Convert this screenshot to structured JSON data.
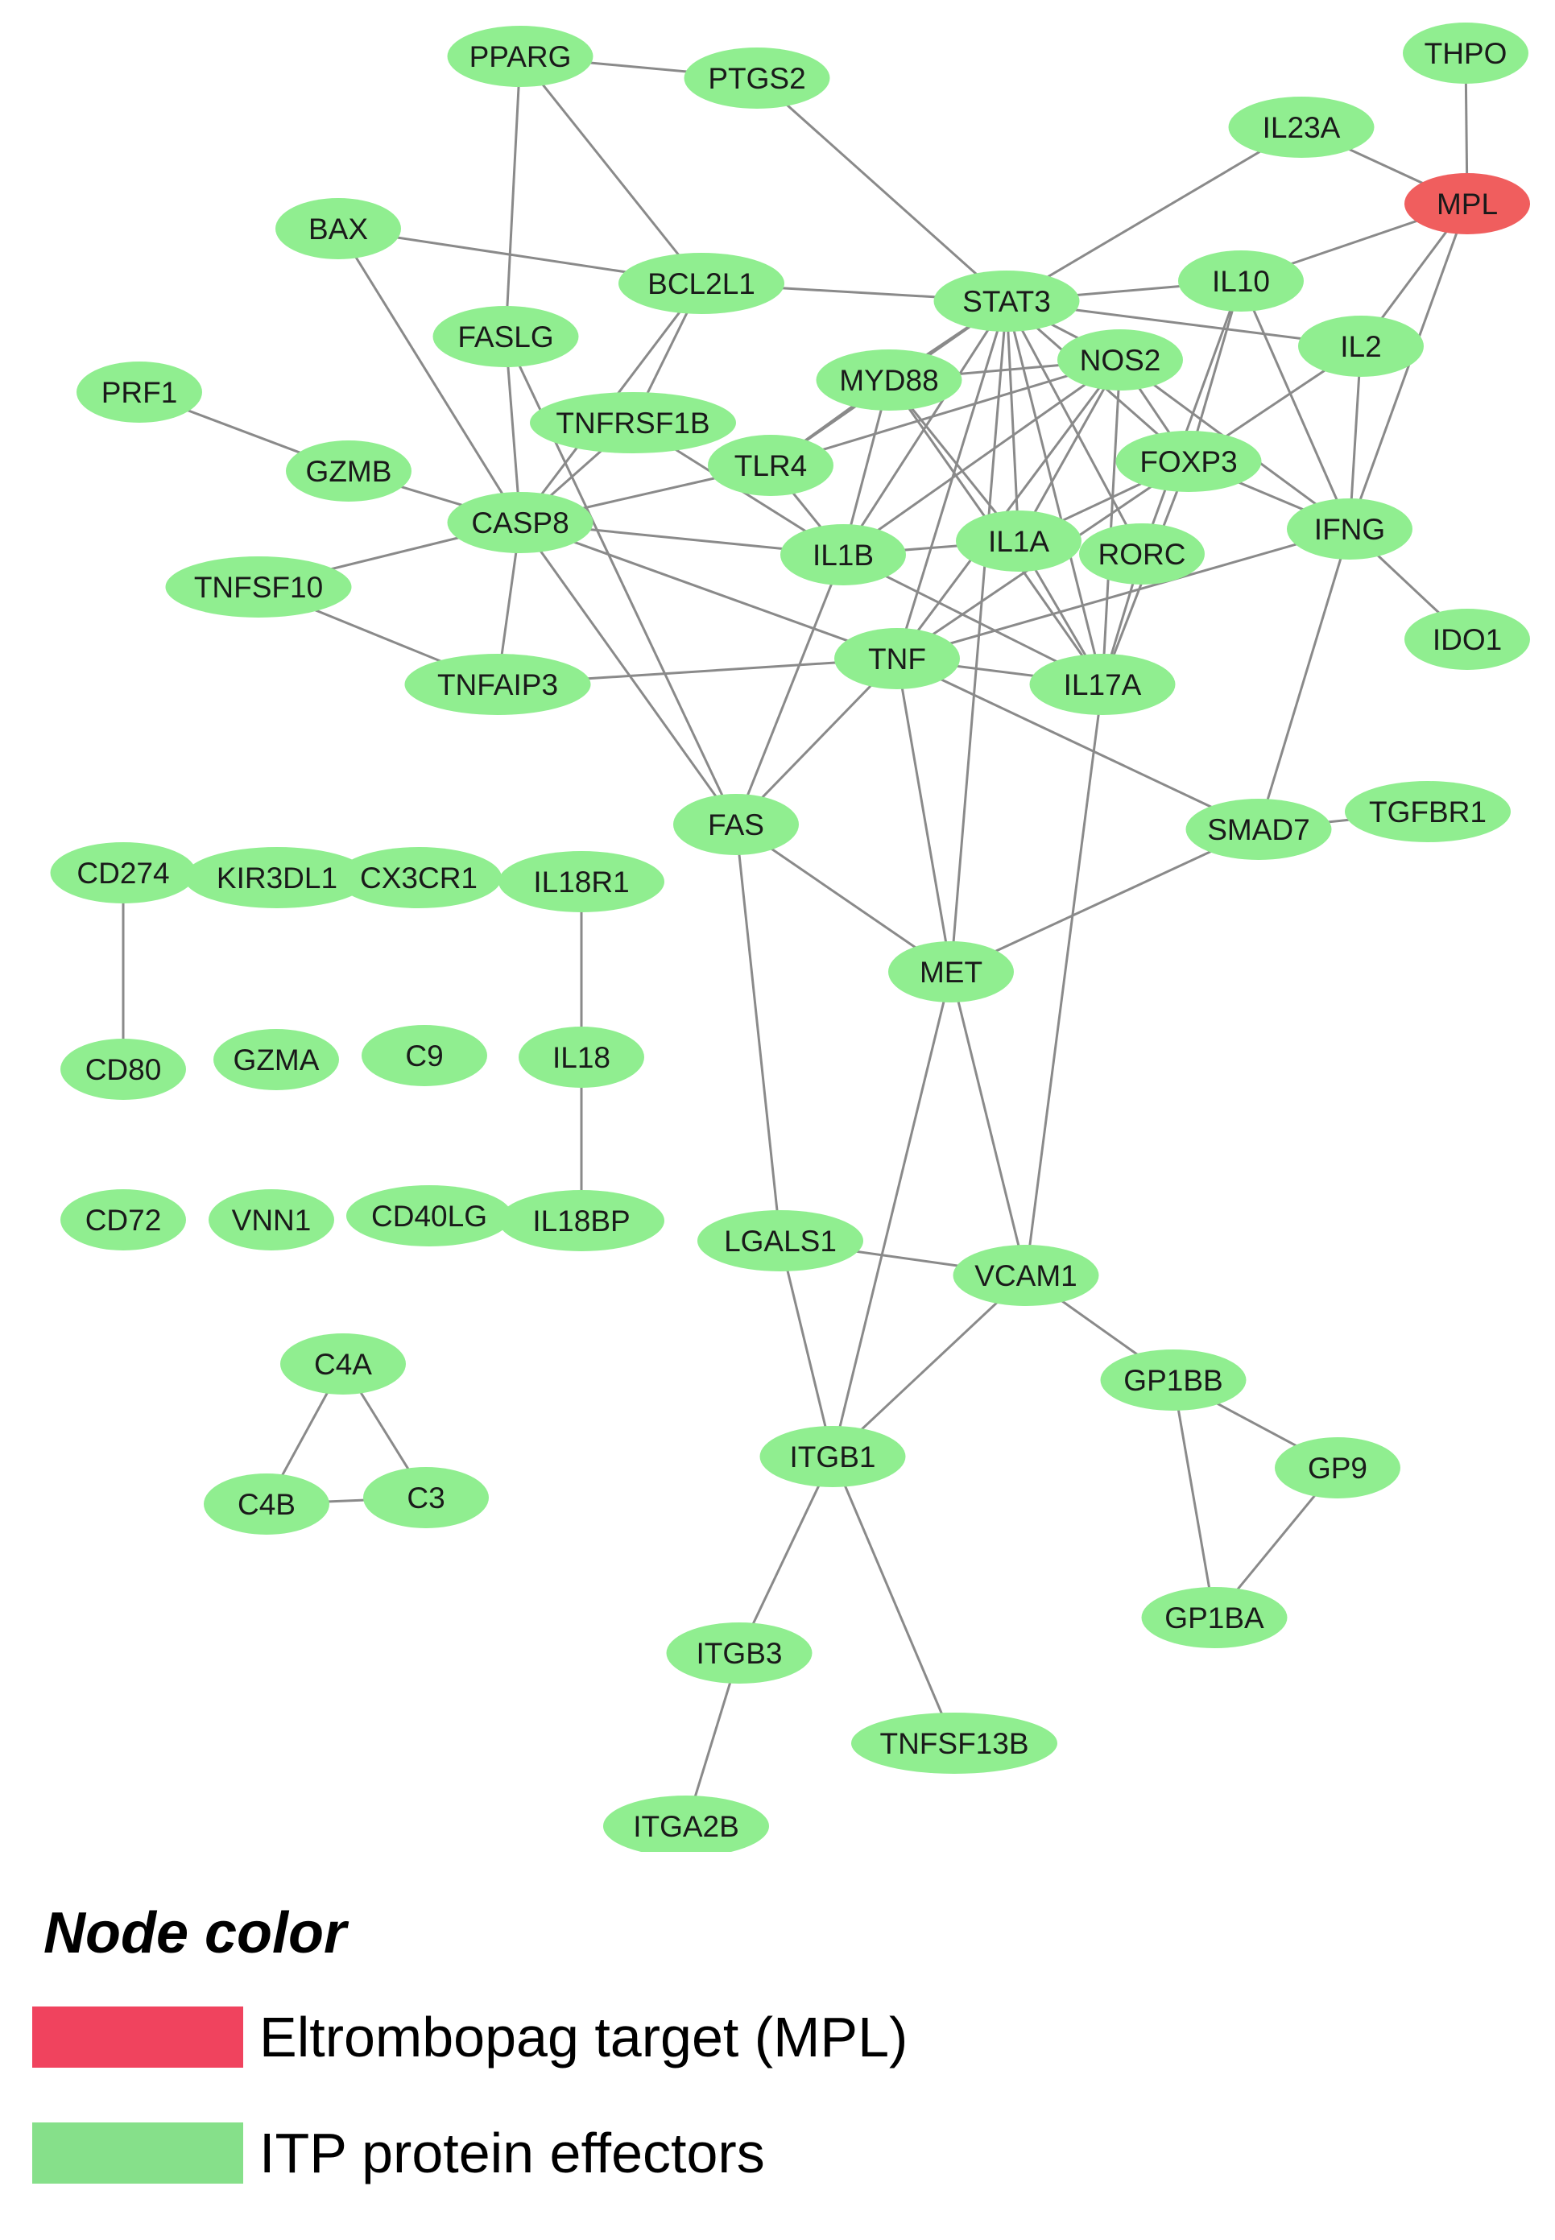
{
  "colors": {
    "target": "#f05e5e",
    "effector": "#90ee90",
    "edge": "#8a8a8a",
    "legend_target": "#f0435e",
    "legend_effector": "#86e08a"
  },
  "nodes": [
    {
      "id": "THPO",
      "label": "THPO",
      "type": "effector"
    },
    {
      "id": "PPARG",
      "label": "PPARG",
      "type": "effector"
    },
    {
      "id": "PTGS2",
      "label": "PTGS2",
      "type": "effector"
    },
    {
      "id": "IL23A",
      "label": "IL23A",
      "type": "effector"
    },
    {
      "id": "MPL",
      "label": "MPL",
      "type": "target"
    },
    {
      "id": "BAX",
      "label": "BAX",
      "type": "effector"
    },
    {
      "id": "BCL2L1",
      "label": "BCL2L1",
      "type": "effector"
    },
    {
      "id": "STAT3",
      "label": "STAT3",
      "type": "effector"
    },
    {
      "id": "IL10",
      "label": "IL10",
      "type": "effector"
    },
    {
      "id": "FASLG",
      "label": "FASLG",
      "type": "effector"
    },
    {
      "id": "IL2",
      "label": "IL2",
      "type": "effector"
    },
    {
      "id": "NOS2",
      "label": "NOS2",
      "type": "effector"
    },
    {
      "id": "MYD88",
      "label": "MYD88",
      "type": "effector"
    },
    {
      "id": "PRF1",
      "label": "PRF1",
      "type": "effector"
    },
    {
      "id": "TNFRSF1B",
      "label": "TNFRSF1B",
      "type": "effector"
    },
    {
      "id": "GZMB",
      "label": "GZMB",
      "type": "effector"
    },
    {
      "id": "TLR4",
      "label": "TLR4",
      "type": "effector"
    },
    {
      "id": "FOXP3",
      "label": "FOXP3",
      "type": "effector"
    },
    {
      "id": "CASP8",
      "label": "CASP8",
      "type": "effector"
    },
    {
      "id": "IFNG",
      "label": "IFNG",
      "type": "effector"
    },
    {
      "id": "IL1B",
      "label": "IL1B",
      "type": "effector"
    },
    {
      "id": "IL1A",
      "label": "IL1A",
      "type": "effector"
    },
    {
      "id": "RORC",
      "label": "RORC",
      "type": "effector"
    },
    {
      "id": "TNFSF10",
      "label": "TNFSF10",
      "type": "effector"
    },
    {
      "id": "IDO1",
      "label": "IDO1",
      "type": "effector"
    },
    {
      "id": "TNF",
      "label": "TNF",
      "type": "effector"
    },
    {
      "id": "TNFAIP3",
      "label": "TNFAIP3",
      "type": "effector"
    },
    {
      "id": "IL17A",
      "label": "IL17A",
      "type": "effector"
    },
    {
      "id": "FAS",
      "label": "FAS",
      "type": "effector"
    },
    {
      "id": "SMAD7",
      "label": "SMAD7",
      "type": "effector"
    },
    {
      "id": "TGFBR1",
      "label": "TGFBR1",
      "type": "effector"
    },
    {
      "id": "CD274",
      "label": "CD274",
      "type": "effector"
    },
    {
      "id": "KIR3DL1",
      "label": "KIR3DL1",
      "type": "effector"
    },
    {
      "id": "CX3CR1",
      "label": "CX3CR1",
      "type": "effector"
    },
    {
      "id": "IL18R1",
      "label": "IL18R1",
      "type": "effector"
    },
    {
      "id": "MET",
      "label": "MET",
      "type": "effector"
    },
    {
      "id": "CD80",
      "label": "CD80",
      "type": "effector"
    },
    {
      "id": "GZMA",
      "label": "GZMA",
      "type": "effector"
    },
    {
      "id": "C9",
      "label": "C9",
      "type": "effector"
    },
    {
      "id": "IL18",
      "label": "IL18",
      "type": "effector"
    },
    {
      "id": "CD72",
      "label": "CD72",
      "type": "effector"
    },
    {
      "id": "VNN1",
      "label": "VNN1",
      "type": "effector"
    },
    {
      "id": "CD40LG",
      "label": "CD40LG",
      "type": "effector"
    },
    {
      "id": "IL18BP",
      "label": "IL18BP",
      "type": "effector"
    },
    {
      "id": "LGALS1",
      "label": "LGALS1",
      "type": "effector"
    },
    {
      "id": "VCAM1",
      "label": "VCAM1",
      "type": "effector"
    },
    {
      "id": "C4A",
      "label": "C4A",
      "type": "effector"
    },
    {
      "id": "GP1BB",
      "label": "GP1BB",
      "type": "effector"
    },
    {
      "id": "ITGB1",
      "label": "ITGB1",
      "type": "effector"
    },
    {
      "id": "GP9",
      "label": "GP9",
      "type": "effector"
    },
    {
      "id": "C4B",
      "label": "C4B",
      "type": "effector"
    },
    {
      "id": "C3",
      "label": "C3",
      "type": "effector"
    },
    {
      "id": "GP1BA",
      "label": "GP1BA",
      "type": "effector"
    },
    {
      "id": "ITGB3",
      "label": "ITGB3",
      "type": "effector"
    },
    {
      "id": "TNFSF13B",
      "label": "TNFSF13B",
      "type": "effector"
    },
    {
      "id": "ITGA2B",
      "label": "ITGA2B",
      "type": "effector"
    }
  ],
  "edges": [
    [
      "THPO",
      "MPL"
    ],
    [
      "IL23A",
      "MPL"
    ],
    [
      "IL23A",
      "STAT3"
    ],
    [
      "MPL",
      "IL10"
    ],
    [
      "MPL",
      "IL2"
    ],
    [
      "MPL",
      "IFNG"
    ],
    [
      "PPARG",
      "PTGS2"
    ],
    [
      "PPARG",
      "BCL2L1"
    ],
    [
      "PPARG",
      "FASLG"
    ],
    [
      "PTGS2",
      "STAT3"
    ],
    [
      "BAX",
      "BCL2L1"
    ],
    [
      "BAX",
      "CASP8"
    ],
    [
      "BCL2L1",
      "STAT3"
    ],
    [
      "BCL2L1",
      "TNFRSF1B"
    ],
    [
      "BCL2L1",
      "CASP8"
    ],
    [
      "STAT3",
      "IL10"
    ],
    [
      "STAT3",
      "IL2"
    ],
    [
      "STAT3",
      "NOS2"
    ],
    [
      "STAT3",
      "MYD88"
    ],
    [
      "STAT3",
      "TLR4"
    ],
    [
      "STAT3",
      "IL1B"
    ],
    [
      "STAT3",
      "IL1A"
    ],
    [
      "STAT3",
      "RORC"
    ],
    [
      "STAT3",
      "IL17A"
    ],
    [
      "STAT3",
      "FOXP3"
    ],
    [
      "STAT3",
      "TNF"
    ],
    [
      "STAT3",
      "MET"
    ],
    [
      "IL10",
      "IFNG"
    ],
    [
      "IL10",
      "FOXP3"
    ],
    [
      "IL10",
      "RORC"
    ],
    [
      "IL2",
      "FOXP3"
    ],
    [
      "IL2",
      "IFNG"
    ],
    [
      "FASLG",
      "CASP8"
    ],
    [
      "FASLG",
      "FAS"
    ],
    [
      "TNFRSF1B",
      "CASP8"
    ],
    [
      "TNFRSF1B",
      "IL1B"
    ],
    [
      "MYD88",
      "NOS2"
    ],
    [
      "MYD88",
      "IL1B"
    ],
    [
      "MYD88",
      "IL17A"
    ],
    [
      "MYD88",
      "IL1A"
    ],
    [
      "MYD88",
      "TLR4"
    ],
    [
      "NOS2",
      "IL1B"
    ],
    [
      "NOS2",
      "IL1A"
    ],
    [
      "NOS2",
      "IL17A"
    ],
    [
      "NOS2",
      "TNF"
    ],
    [
      "NOS2",
      "IFNG"
    ],
    [
      "NOS2",
      "FOXP3"
    ],
    [
      "NOS2",
      "TLR4"
    ],
    [
      "PRF1",
      "GZMB"
    ],
    [
      "GZMB",
      "CASP8"
    ],
    [
      "TLR4",
      "IL1B"
    ],
    [
      "TLR4",
      "CASP8"
    ],
    [
      "FOXP3",
      "IFNG"
    ],
    [
      "FOXP3",
      "IL17A"
    ],
    [
      "FOXP3",
      "IL1A"
    ],
    [
      "FOXP3",
      "TNF"
    ],
    [
      "RORC",
      "IL17A"
    ],
    [
      "CASP8",
      "IL1B"
    ],
    [
      "CASP8",
      "TNFSF10"
    ],
    [
      "CASP8",
      "TNFAIP3"
    ],
    [
      "CASP8",
      "FAS"
    ],
    [
      "CASP8",
      "TNF"
    ],
    [
      "IFNG",
      "IDO1"
    ],
    [
      "IFNG",
      "TNF"
    ],
    [
      "IFNG",
      "SMAD7"
    ],
    [
      "IL1B",
      "IL1A"
    ],
    [
      "IL1B",
      "IL17A"
    ],
    [
      "IL1B",
      "FAS"
    ],
    [
      "IL1A",
      "IL17A"
    ],
    [
      "TNFSF10",
      "TNFAIP3"
    ],
    [
      "TNF",
      "TNFAIP3"
    ],
    [
      "TNF",
      "IL17A"
    ],
    [
      "TNF",
      "FAS"
    ],
    [
      "TNF",
      "MET"
    ],
    [
      "TNF",
      "SMAD7"
    ],
    [
      "IL17A",
      "VCAM1"
    ],
    [
      "FAS",
      "MET"
    ],
    [
      "FAS",
      "LGALS1"
    ],
    [
      "SMAD7",
      "TGFBR1"
    ],
    [
      "SMAD7",
      "MET"
    ],
    [
      "MET",
      "VCAM1"
    ],
    [
      "MET",
      "ITGB1"
    ],
    [
      "LGALS1",
      "VCAM1"
    ],
    [
      "LGALS1",
      "ITGB1"
    ],
    [
      "VCAM1",
      "ITGB1"
    ],
    [
      "VCAM1",
      "GP1BB"
    ],
    [
      "GP1BB",
      "GP9"
    ],
    [
      "GP1BB",
      "GP1BA"
    ],
    [
      "GP9",
      "GP1BA"
    ],
    [
      "ITGB1",
      "ITGB3"
    ],
    [
      "ITGB1",
      "TNFSF13B"
    ],
    [
      "ITGB3",
      "ITGA2B"
    ],
    [
      "CD274",
      "CD80"
    ],
    [
      "IL18R1",
      "IL18"
    ],
    [
      "IL18",
      "IL18BP"
    ],
    [
      "C4A",
      "C4B"
    ],
    [
      "C4A",
      "C3"
    ],
    [
      "C4B",
      "C3"
    ]
  ],
  "legend": {
    "title": "Node color",
    "items": [
      {
        "label": "Eltrombopag target (MPL)",
        "type": "target"
      },
      {
        "label": "ITP protein effectors",
        "type": "effector"
      }
    ]
  }
}
